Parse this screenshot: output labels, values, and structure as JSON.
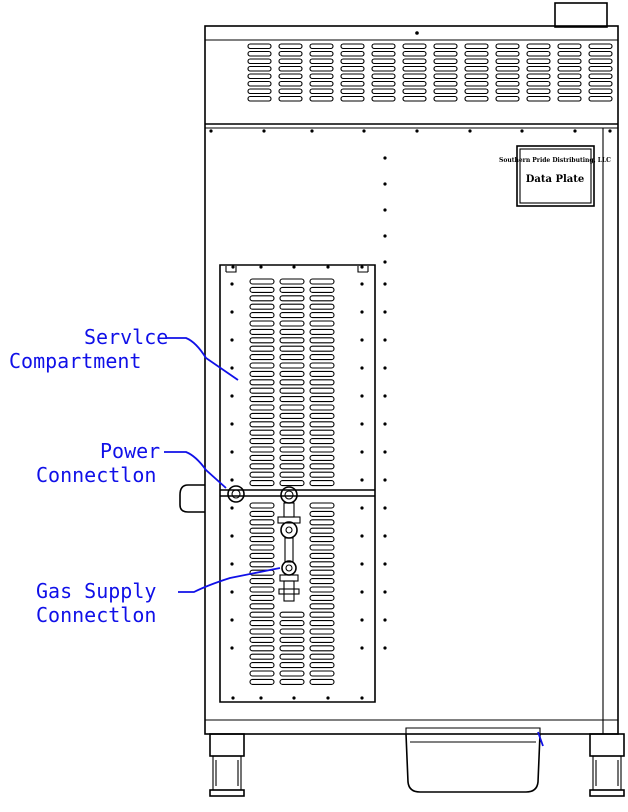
{
  "labels": {
    "service": [
      "Servlce",
      "Compartment"
    ],
    "power": [
      "Power",
      "Connectlon"
    ],
    "gas": [
      "Gas Supply",
      "Connectlon"
    ]
  },
  "data_plate": {
    "maker": "Southern Pride Distributing, LLC",
    "title": "Data Plate"
  },
  "colors": {
    "callout": "#1010e8",
    "line": "#000000",
    "background": "#ffffff"
  }
}
